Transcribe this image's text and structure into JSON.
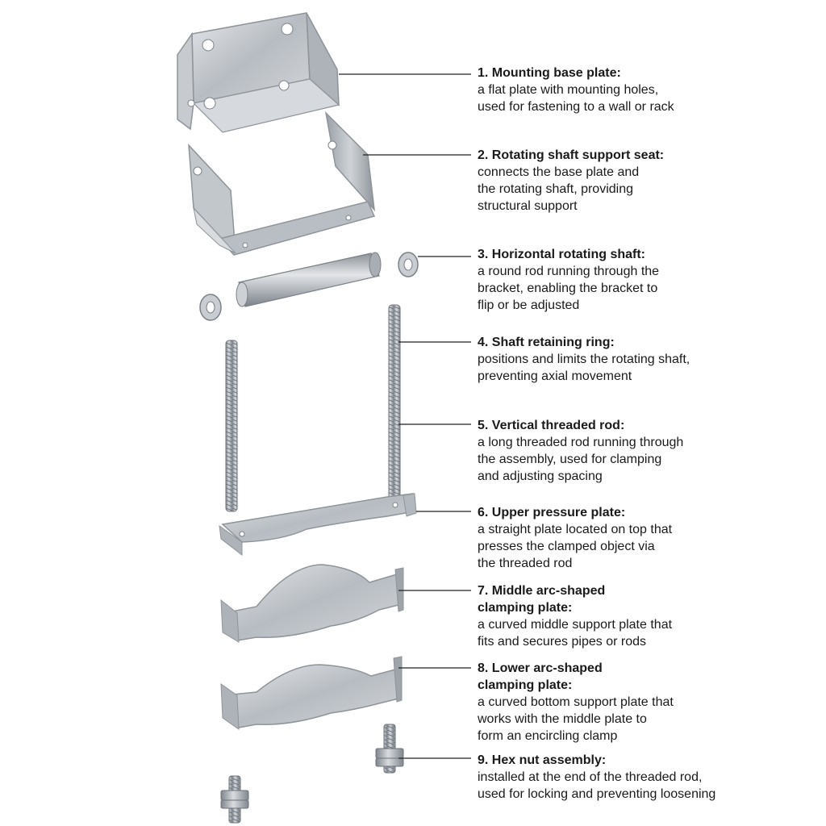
{
  "parts": [
    {
      "id": "mounting-base-plate",
      "title": "1. Mounting base plate:",
      "desc": "a flat plate with mounting holes,\nused for fastening to a wall or rack"
    },
    {
      "id": "rotating-shaft-support-seat",
      "title": "2. Rotating shaft support seat:",
      "desc": "connects the base plate and\nthe rotating shaft, providing\nstructural support"
    },
    {
      "id": "horizontal-rotating-shaft",
      "title": "3. Horizontal rotating shaft:",
      "desc": "a round rod running through the\nbracket, enabling the bracket to\nflip or be adjusted"
    },
    {
      "id": "shaft-retaining-ring",
      "title": "4. Shaft retaining ring:",
      "desc": "positions and limits the rotating shaft,\npreventing axial movement"
    },
    {
      "id": "vertical-threaded-rod",
      "title": "5. Vertical threaded rod:",
      "desc": "a long threaded rod running through\nthe assembly, used for clamping\nand adjusting spacing"
    },
    {
      "id": "upper-pressure-plate",
      "title": "6. Upper pressure plate:",
      "desc": "a straight plate located on top that\npresses the clamped object via\nthe threaded rod"
    },
    {
      "id": "middle-arc-clamping-plate",
      "title": "7. Middle arc-shaped\nclamping plate:",
      "desc": "a curved middle support plate that\nfits and secures pipes or rods"
    },
    {
      "id": "lower-arc-clamping-plate",
      "title": "8. Lower arc-shaped\nclamping plate:",
      "desc": "a curved bottom support plate that\nworks with the middle plate to\nform an encircling clamp"
    },
    {
      "id": "hex-nut-assembly",
      "title": "9. Hex nut assembly:",
      "desc": "installed at the end of the threaded rod,\nused for locking and preventing loosening"
    }
  ]
}
